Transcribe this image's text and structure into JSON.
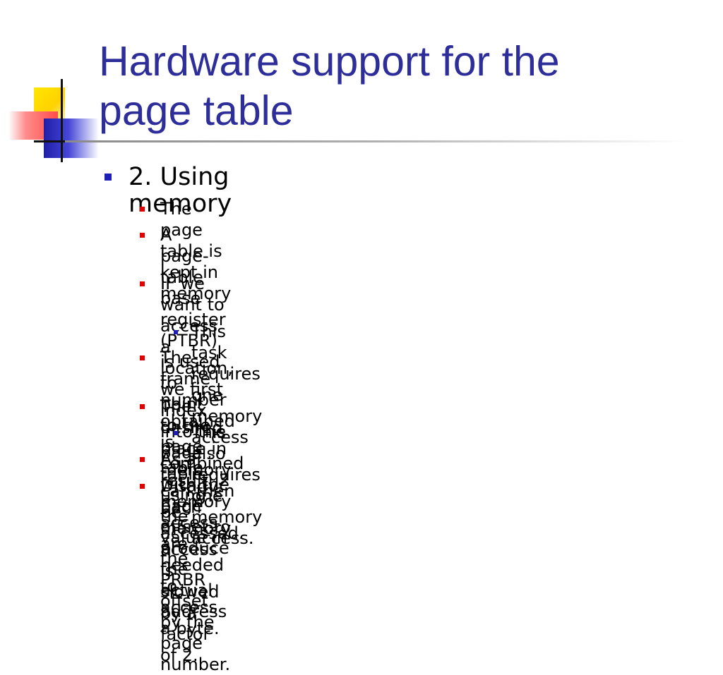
{
  "slide": {
    "title_lines": [
      "Hardware support for the",
      "page table"
    ],
    "bullets": [
      {
        "level": 1,
        "text": "2. Using memory"
      },
      {
        "level": 2,
        "lines": [
          "The page table is kept in memory"
        ]
      },
      {
        "level": 2,
        "lines": [
          "A page-table base register (PTBR) is used to point to the",
          "page table."
        ]
      },
      {
        "level": 2,
        "lines": [
          "IF we want to access a location, we first index into the page",
          "table, using the value in the PRBR offset by the page number."
        ]
      },
      {
        "level": 3,
        "lines": [
          "This task requires one memory access"
        ]
      },
      {
        "level": 2,
        "lines": [
          "The frame number obtained is combined with the page",
          "offset to produce the actual address"
        ]
      },
      {
        "level": 2,
        "lines": [
          "The desired place in memory can then be accessed."
        ]
      },
      {
        "level": 3,
        "lines": [
          "This also requires one memory access."
        ]
      },
      {
        "level": 2,
        "lines": [
          "As a result, 2 memory access are needed to access a byte."
        ]
      },
      {
        "level": 2,
        "lines": [
          "Disadv: Each memory access is slowed by a factor of 2."
        ]
      }
    ]
  },
  "colors": {
    "title": "#2e2e9a",
    "level1_bullet": "#1f1fb8",
    "level2_bullet": "#e00000",
    "level3_bullet": "#1f1fb8"
  }
}
